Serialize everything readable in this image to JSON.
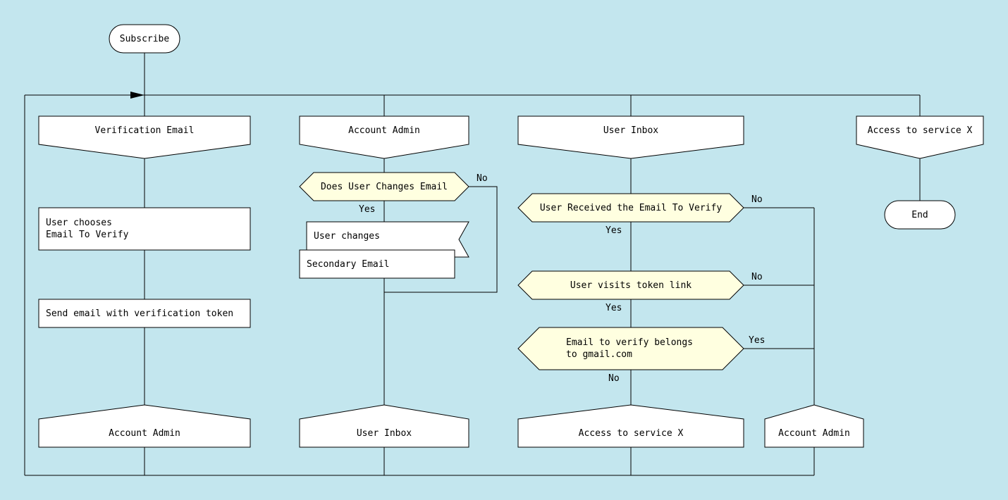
{
  "colors": {
    "background": "#c3e6ee",
    "action_fill": "#ffffff",
    "condition_fill": "#ffffe0",
    "stroke": "#000000"
  },
  "start": {
    "label": "Subscribe"
  },
  "end": {
    "label": "End"
  },
  "columns": {
    "verification": {
      "header": "Verification Email",
      "action1_line1": "User chooses",
      "action1_line2": "Email To Verify",
      "action2": "Send email with verification token",
      "goto": "Account Admin"
    },
    "admin": {
      "header": "Account Admin",
      "question": "Does User Changes Email",
      "question_no": "No",
      "question_yes": "Yes",
      "event": "User changes",
      "output": "Secondary Email",
      "goto": "User Inbox"
    },
    "inbox": {
      "header": "User Inbox",
      "q1": "User Received the Email To Verify",
      "q1_no": "No",
      "q1_yes": "Yes",
      "q2": "User visits token link",
      "q2_no": "No",
      "q2_yes": "Yes",
      "q3_line1": "Email to verify belongs",
      "q3_line2": "to gmail.com",
      "q3_yes": "Yes",
      "q3_no": "No",
      "goto_main": "Access to service X",
      "goto_side": "Account Admin"
    },
    "access": {
      "header": "Access to service X"
    }
  }
}
